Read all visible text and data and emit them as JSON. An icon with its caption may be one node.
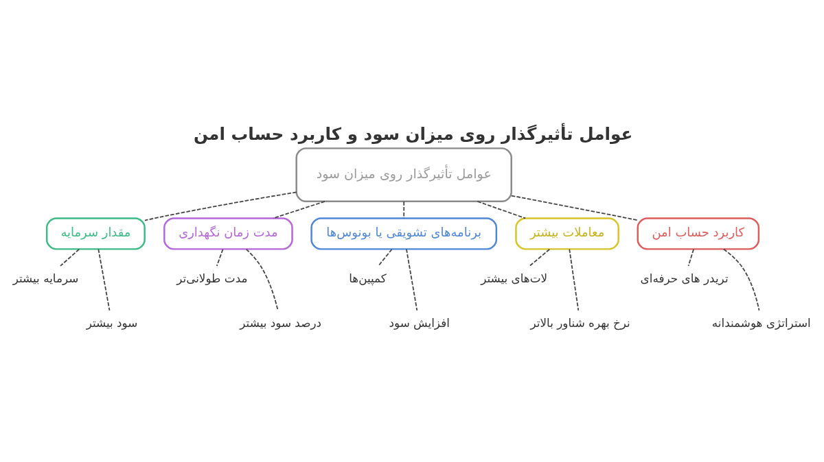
{
  "diagram": {
    "title": "عوامل تأثیرگذار روی میزان سود و کاربرد حساب امن",
    "nodes": [
      {
        "text": [
          "عوامل تأثیرگذار روی میزان سود"
        ]
      },
      {
        "text": [
          "مقدار سرمایه"
        ]
      },
      {
        "text": [
          "سرمایه بیشتر"
        ]
      },
      {
        "text": [
          "سود بیشتر"
        ]
      },
      {
        "text": [
          "مدت زمان نگهداری"
        ]
      },
      {
        "text": [
          "مدت طولانی‌تر"
        ]
      },
      {
        "text": [
          "درصد سود بیشتر"
        ]
      },
      {
        "text": [
          "برنامه‌های تشویقی یا بونوس‌ها"
        ]
      },
      {
        "text": [
          "کمپین‌ها"
        ]
      },
      {
        "text": [
          "افزایش سود"
        ]
      },
      {
        "text": [
          "معاملات بیشتر"
        ]
      },
      {
        "text": [
          "لات‌های بیشتر"
        ]
      },
      {
        "text": [
          "نرخ بهره شناور بالاتر"
        ]
      },
      {
        "text": [
          "کاربرد حساب امن"
        ]
      },
      {
        "text": [
          "تریدر های حرفه‌ای"
        ]
      },
      {
        "text": [
          "استراتژی هوشمندانه"
        ]
      }
    ],
    "edges": [
      {
        "from": 0,
        "to": 1,
        "arrow": "none",
        "style": "dashed"
      },
      {
        "from": 1,
        "to": 2,
        "arrow": "none",
        "style": "dashed"
      },
      {
        "from": 1,
        "to": 3,
        "arrow": "none",
        "style": "dashed"
      },
      {
        "from": 0,
        "to": 4,
        "arrow": "none",
        "style": "dashed"
      },
      {
        "from": 4,
        "to": 5,
        "arrow": "none",
        "style": "dashed"
      },
      {
        "from": 4,
        "to": 6,
        "arrow": "none",
        "style": "dashed"
      },
      {
        "from": 0,
        "to": 7,
        "arrow": "none",
        "style": "dashed"
      },
      {
        "from": 7,
        "to": 8,
        "arrow": "none",
        "style": "dashed"
      },
      {
        "from": 7,
        "to": 9,
        "arrow": "none",
        "style": "dashed"
      },
      {
        "from": 0,
        "to": 10,
        "arrow": "none",
        "style": "dashed"
      },
      {
        "from": 10,
        "to": 11,
        "arrow": "none",
        "style": "dashed"
      },
      {
        "from": 10,
        "to": 12,
        "arrow": "none",
        "style": "dashed"
      },
      {
        "from": 0,
        "to": 13,
        "arrow": "none",
        "style": "dashed"
      },
      {
        "from": 13,
        "to": 14,
        "arrow": "none",
        "style": "dashed"
      },
      {
        "from": 13,
        "to": 15,
        "arrow": "none",
        "style": "dashed"
      }
    ]
  }
}
